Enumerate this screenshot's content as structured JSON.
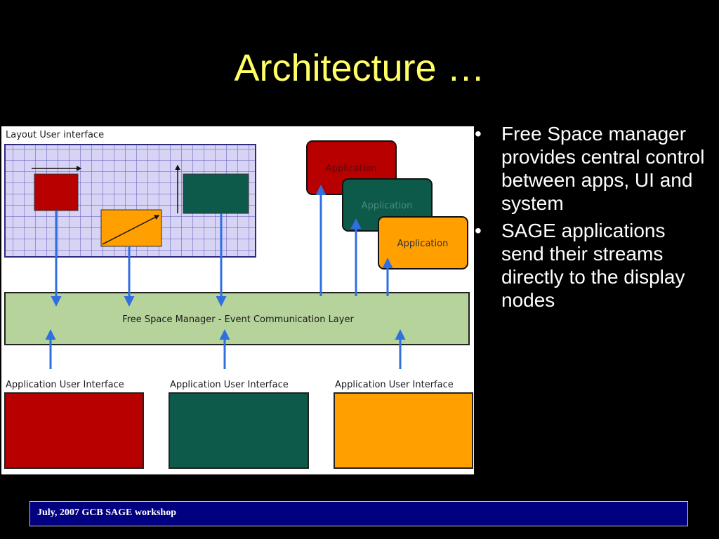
{
  "slide": {
    "title": "Architecture …",
    "bullets": [
      "Free Space manager provides central control between apps, UI and system",
      "SAGE applications send their streams directly to the display nodes"
    ],
    "bullet_glyph": "•",
    "footer": "July, 2007 GCB SAGE workshop"
  },
  "diagram": {
    "layout_ui_label": "Layout User interface",
    "app_label": "Application",
    "fsm_label": "Free Space Manager - Event Communication Layer",
    "app_ui_label": "Application User Interface",
    "colors": {
      "red": "#b80000",
      "green": "#0e5a4a",
      "orange": "#ff9f00",
      "grid_bg": "#d6d3f4",
      "grid_line": "#5a56b8",
      "layer_bg": "#b6d39c",
      "arrow": "#2f6fe0",
      "footer_bg": "#000080",
      "title": "#ffff66"
    }
  }
}
